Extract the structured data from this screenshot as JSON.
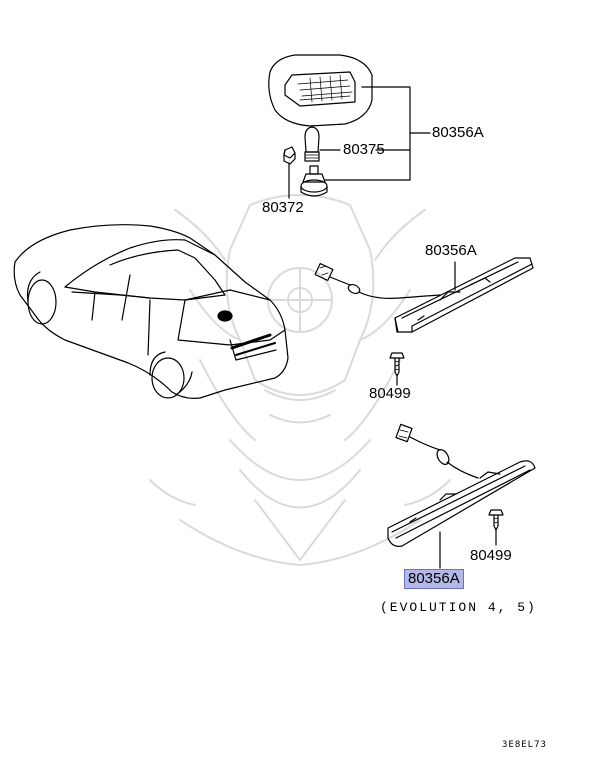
{
  "labels": {
    "assy_top": "80356A",
    "bulb": "80375",
    "clip_top": "80372",
    "assy_mid": "80356A",
    "screw_mid": "80499",
    "screw_low": "80499",
    "assy_low": "80356A"
  },
  "note": "(EVOLUTION 4, 5)",
  "diagram_code": "3E8EL73",
  "colors": {
    "highlight": "#b3b8e6",
    "line": "#000000",
    "watermark": "#d9d9d9"
  },
  "icons": [
    "car-outline-icon",
    "brake-lamp-icon",
    "bulb-icon",
    "socket-icon",
    "clip-icon",
    "screw-icon",
    "connector-icon",
    "watermark-emblem"
  ]
}
